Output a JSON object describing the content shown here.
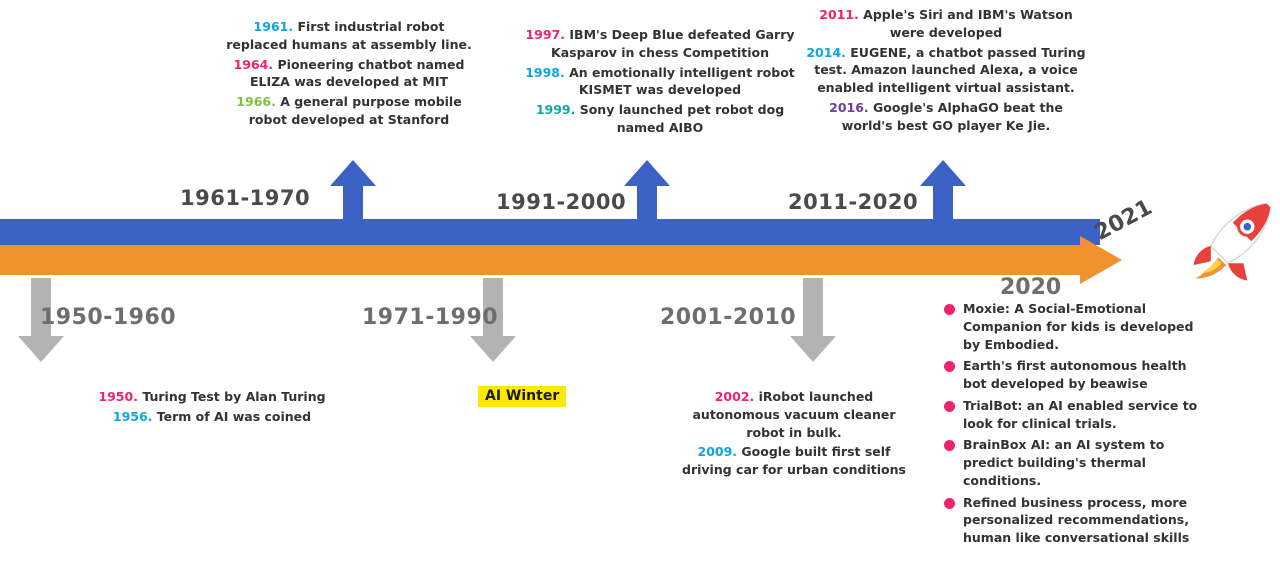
{
  "timeline": {
    "upper_eras": [
      {
        "label": "1961-1970"
      },
      {
        "label": "1991-2000"
      },
      {
        "label": "2011-2020"
      }
    ],
    "lower_eras": [
      {
        "label": "1950-1960"
      },
      {
        "label": "1971-1990"
      },
      {
        "label": "2001-2010"
      }
    ],
    "future_label": "2021",
    "decade_2020_label": "2020",
    "ai_winter_label": "AI Winter",
    "colors": {
      "blue_bar": "#3b62c4",
      "orange_bar": "#f0932f",
      "grey_arrow": "#b3b3b3",
      "pink": "#f0246e",
      "cyan": "#0ea5e0",
      "green": "#7ec242",
      "teal": "#13a89e",
      "purple": "#6d3fa0",
      "highlight_yellow": "#ffe800"
    }
  },
  "notes": {
    "group_1961_1970": [
      {
        "year": "1961.",
        "year_color": "cyan",
        "text": "First industrial robot replaced humans at assembly line."
      },
      {
        "year": "1964.",
        "year_color": "pink",
        "text": "Pioneering chatbot named ELIZA was developed at MIT"
      },
      {
        "year": "1966.",
        "year_color": "green",
        "text": "A general purpose mobile robot developed at Stanford"
      }
    ],
    "group_1991_2000": [
      {
        "year": "1997.",
        "year_color": "pink",
        "text": "IBM's Deep Blue defeated Garry Kasparov in chess Competition"
      },
      {
        "year": "1998.",
        "year_color": "cyan",
        "text": "An emotionally intelligent robot KISMET was developed"
      },
      {
        "year": "1999.",
        "year_color": "teal",
        "text": "Sony launched pet robot dog named AIBO"
      }
    ],
    "group_2011_2020": [
      {
        "year": "2011.",
        "year_color": "pink",
        "text": "Apple's Siri and IBM's Watson were developed"
      },
      {
        "year": "2014.",
        "year_color": "cyan",
        "text": "EUGENE, a chatbot passed Turing test. Amazon launched Alexa, a voice enabled intelligent virtual assistant."
      },
      {
        "year": "2016.",
        "year_color": "purple",
        "text": "Google's AlphaGO beat the world's best GO player Ke Jie."
      }
    ],
    "group_1950_1960": [
      {
        "year": "1950.",
        "year_color": "pink",
        "text": "Turing Test by Alan Turing"
      },
      {
        "year": "1956.",
        "year_color": "cyan",
        "text": "Term of AI was coined"
      }
    ],
    "group_2001_2010": [
      {
        "year": "2002.",
        "year_color": "pink",
        "text": "iRobot launched autonomous vacuum cleaner robot in bulk."
      },
      {
        "year": "2009.",
        "year_color": "cyan",
        "text": "Google built first self driving car for urban conditions"
      }
    ]
  },
  "bullets_2020": [
    "Moxie: A Social-Emotional Companion for kids is developed by Embodied.",
    "Earth's first autonomous health bot developed by beawise",
    "TrialBot: an AI enabled service to look for clinical trials.",
    "BrainBox AI: an AI system to predict building's thermal conditions.",
    "Refined business process, more personalized recommendations, human like conversational skills"
  ],
  "icons": {
    "rocket": "rocket-icon"
  }
}
